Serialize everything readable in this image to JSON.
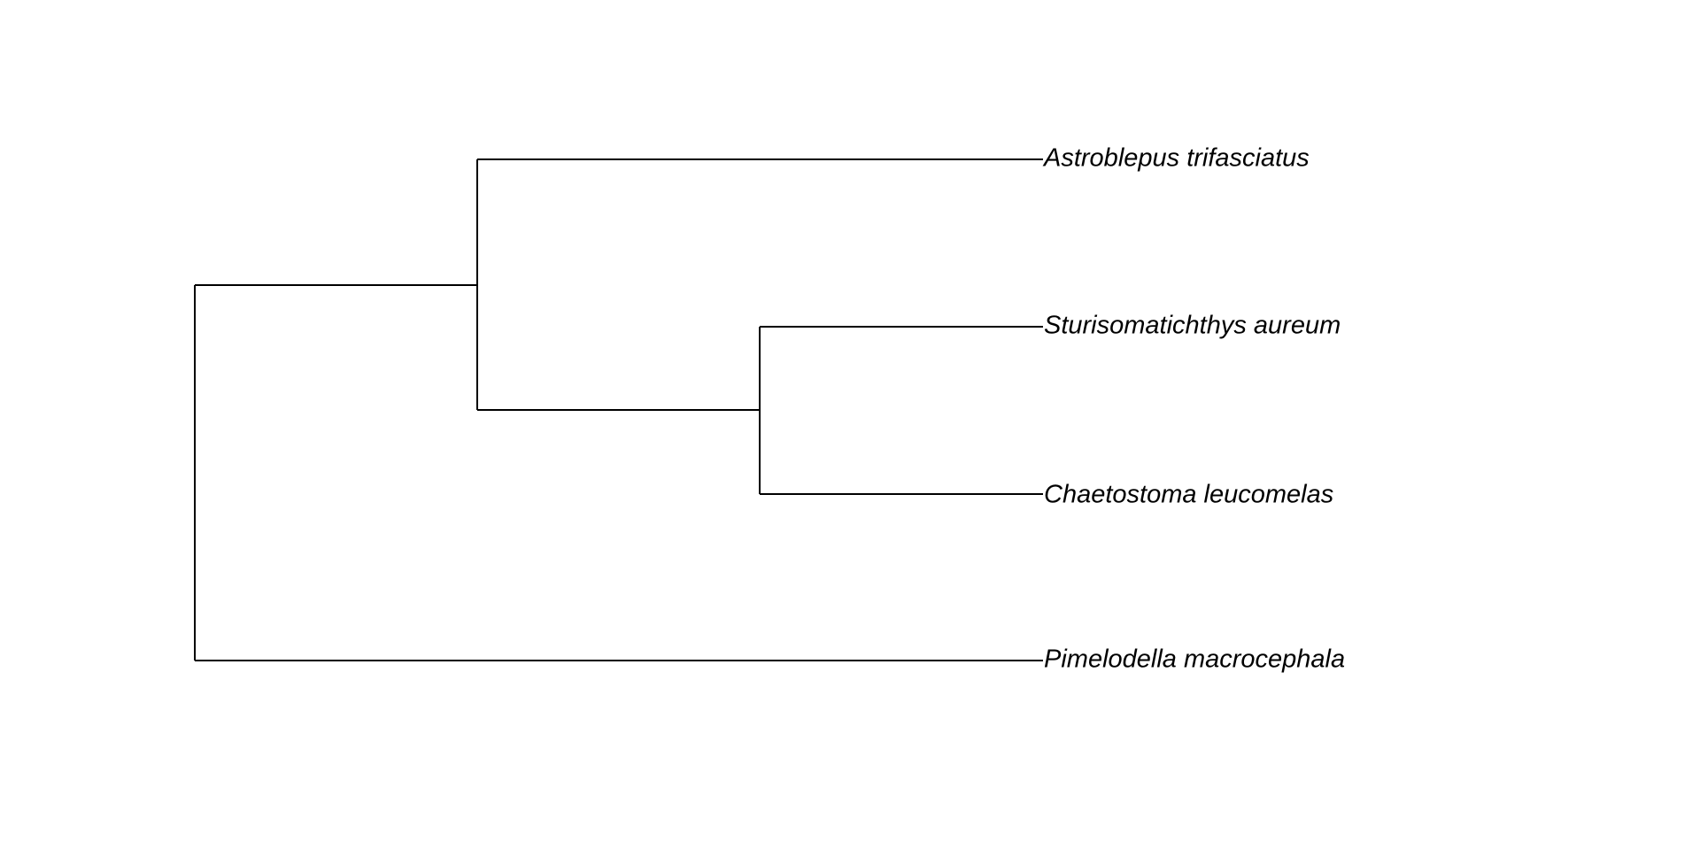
{
  "tree": {
    "line_color": "#000000",
    "background": "#ffffff",
    "tips": [
      {
        "id": "astroblepus",
        "label": "Astroblepus trifasciatus"
      },
      {
        "id": "sturisomatichthys",
        "label": "Sturisomatichthys aureum"
      },
      {
        "id": "chaetostoma",
        "label": "Chaetostoma leucomelas"
      },
      {
        "id": "pimelodella",
        "label": "Pimelodella macrocephala"
      }
    ],
    "topology": "((Astroblepus trifasciatus,(Sturisomatichthys aureum,Chaetostoma leucomelas)),Pimelodella macrocephala)"
  }
}
